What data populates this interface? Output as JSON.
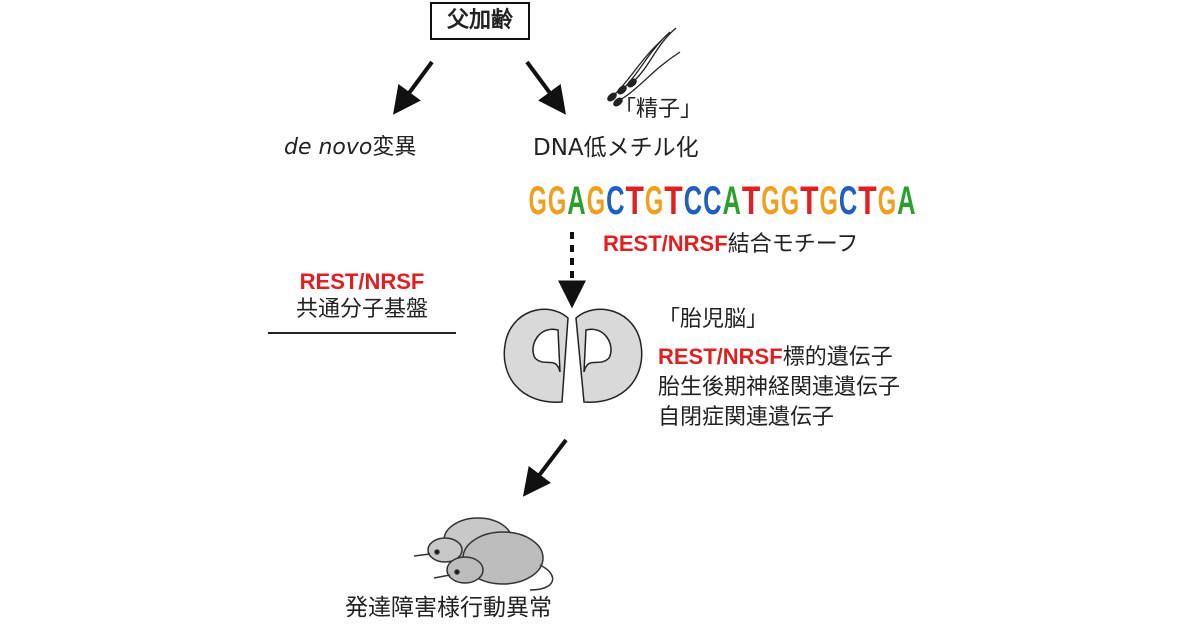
{
  "top_label": "父加齢",
  "left_branch": {
    "italic": "de novo",
    "rest": "変異"
  },
  "sperm_label": "「精子」",
  "dna_label": "DNA低メチル化",
  "motif": {
    "letters": [
      {
        "c": "G",
        "color": "#f0a020"
      },
      {
        "c": "G",
        "color": "#f0a020"
      },
      {
        "c": "A",
        "color": "#2ca02c"
      },
      {
        "c": "G",
        "color": "#f0a020"
      },
      {
        "c": "C",
        "color": "#1f5fbf"
      },
      {
        "c": "T",
        "color": "#e02020"
      },
      {
        "c": "G",
        "color": "#f0a020"
      },
      {
        "c": "T",
        "color": "#e02020"
      },
      {
        "c": "C",
        "color": "#1f5fbf"
      },
      {
        "c": "C",
        "color": "#1f5fbf"
      },
      {
        "c": "A",
        "color": "#2ca02c"
      },
      {
        "c": "T",
        "color": "#e02020"
      },
      {
        "c": "G",
        "color": "#f0a020"
      },
      {
        "c": "G",
        "color": "#f0a020"
      },
      {
        "c": "T",
        "color": "#e02020"
      },
      {
        "c": "G",
        "color": "#f0a020"
      },
      {
        "c": "C",
        "color": "#1f5fbf"
      },
      {
        "c": "T",
        "color": "#e02020"
      },
      {
        "c": "G",
        "color": "#f0a020"
      },
      {
        "c": "A",
        "color": "#2ca02c"
      }
    ]
  },
  "motif_label": {
    "red": "REST/NRSF",
    "rest": "結合モチーフ"
  },
  "shared_basis": {
    "red": "REST/NRSF",
    "black": "共通分子基盤"
  },
  "fetal_brain_label": "「胎児脳」",
  "genes": [
    {
      "red": "REST/NRSF",
      "rest": "標的遺伝子"
    },
    {
      "red": "",
      "rest": "胎生後期神経関連遺伝子"
    },
    {
      "red": "",
      "rest": "自閉症関連遺伝子"
    }
  ],
  "bottom_label": "発達障害様行動異常",
  "colors": {
    "accent_red": "#e02020"
  }
}
